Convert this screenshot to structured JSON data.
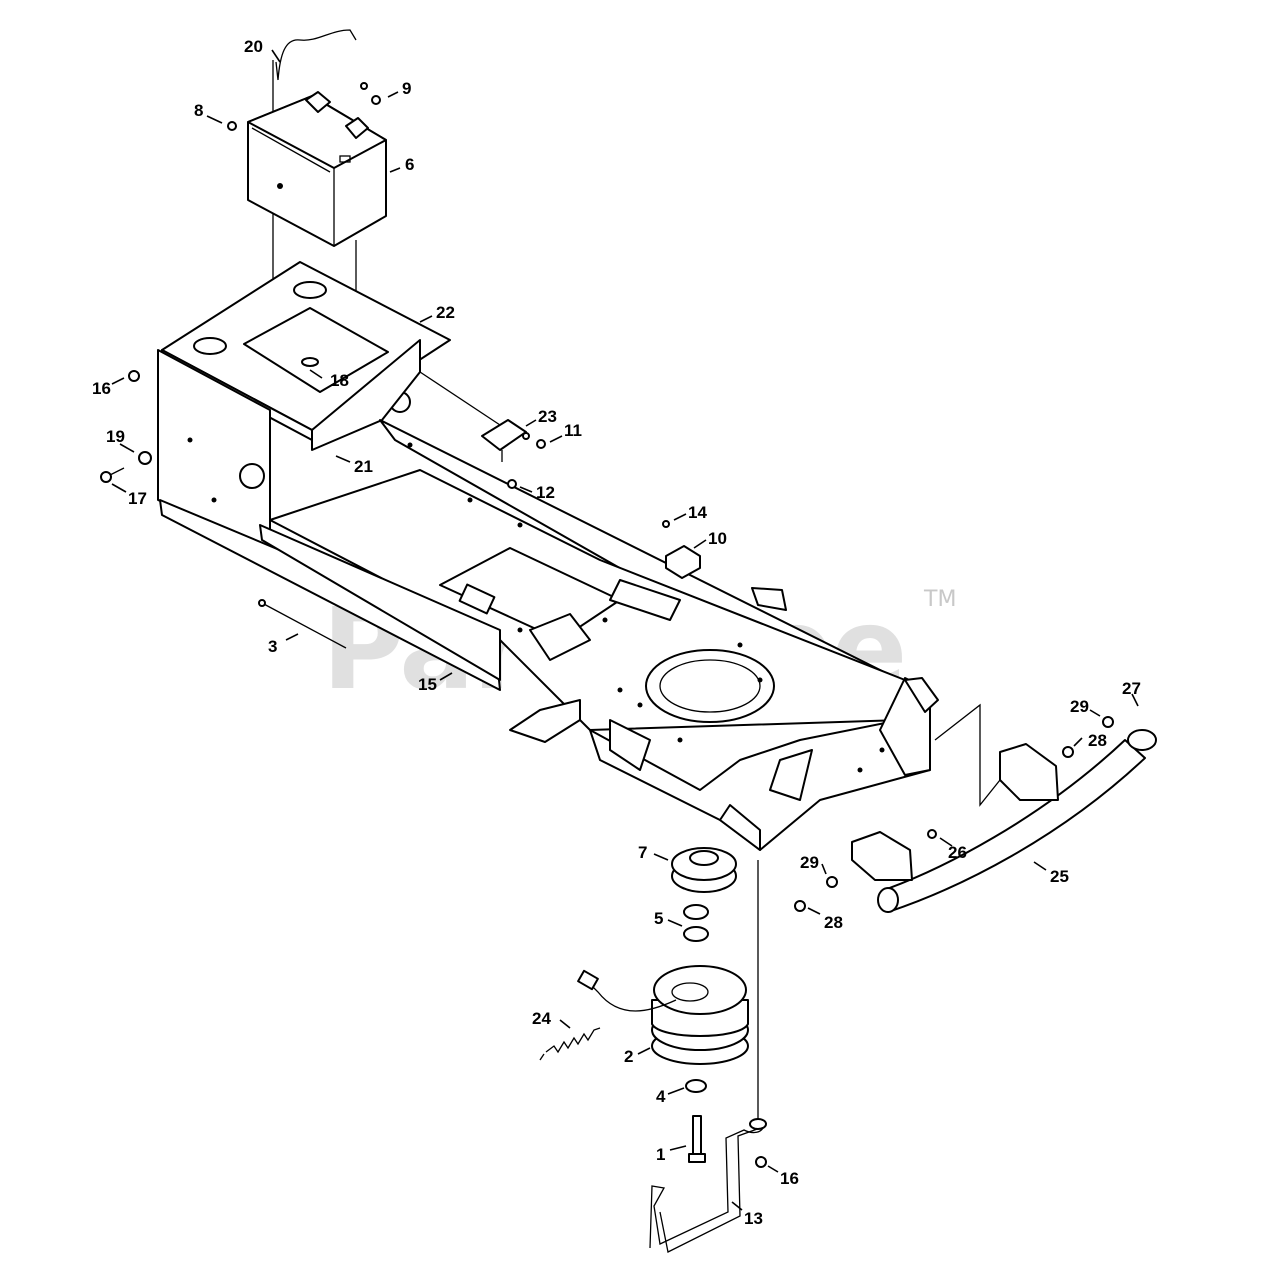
{
  "watermark": {
    "text": "PartsTree",
    "trademark": "TM",
    "color": "#c8c8c8"
  },
  "callouts": [
    {
      "id": "c20",
      "label": "20"
    },
    {
      "id": "c9",
      "label": "9"
    },
    {
      "id": "c8",
      "label": "8"
    },
    {
      "id": "c6",
      "label": "6"
    },
    {
      "id": "c22",
      "label": "22"
    },
    {
      "id": "c16a",
      "label": "16"
    },
    {
      "id": "c18",
      "label": "18"
    },
    {
      "id": "c19",
      "label": "19"
    },
    {
      "id": "c23",
      "label": "23"
    },
    {
      "id": "c11",
      "label": "11"
    },
    {
      "id": "c21",
      "label": "21"
    },
    {
      "id": "c17",
      "label": "17"
    },
    {
      "id": "c12",
      "label": "12"
    },
    {
      "id": "c14",
      "label": "14"
    },
    {
      "id": "c10",
      "label": "10"
    },
    {
      "id": "c3",
      "label": "3"
    },
    {
      "id": "c15",
      "label": "15"
    },
    {
      "id": "c27",
      "label": "27"
    },
    {
      "id": "c29a",
      "label": "29"
    },
    {
      "id": "c28a",
      "label": "28"
    },
    {
      "id": "c7",
      "label": "7"
    },
    {
      "id": "c26",
      "label": "26"
    },
    {
      "id": "c29b",
      "label": "29"
    },
    {
      "id": "c25",
      "label": "25"
    },
    {
      "id": "c28b",
      "label": "28"
    },
    {
      "id": "c5",
      "label": "5"
    },
    {
      "id": "c24",
      "label": "24"
    },
    {
      "id": "c2",
      "label": "2"
    },
    {
      "id": "c4",
      "label": "4"
    },
    {
      "id": "c1",
      "label": "1"
    },
    {
      "id": "c16b",
      "label": "16"
    },
    {
      "id": "c13",
      "label": "13"
    }
  ]
}
